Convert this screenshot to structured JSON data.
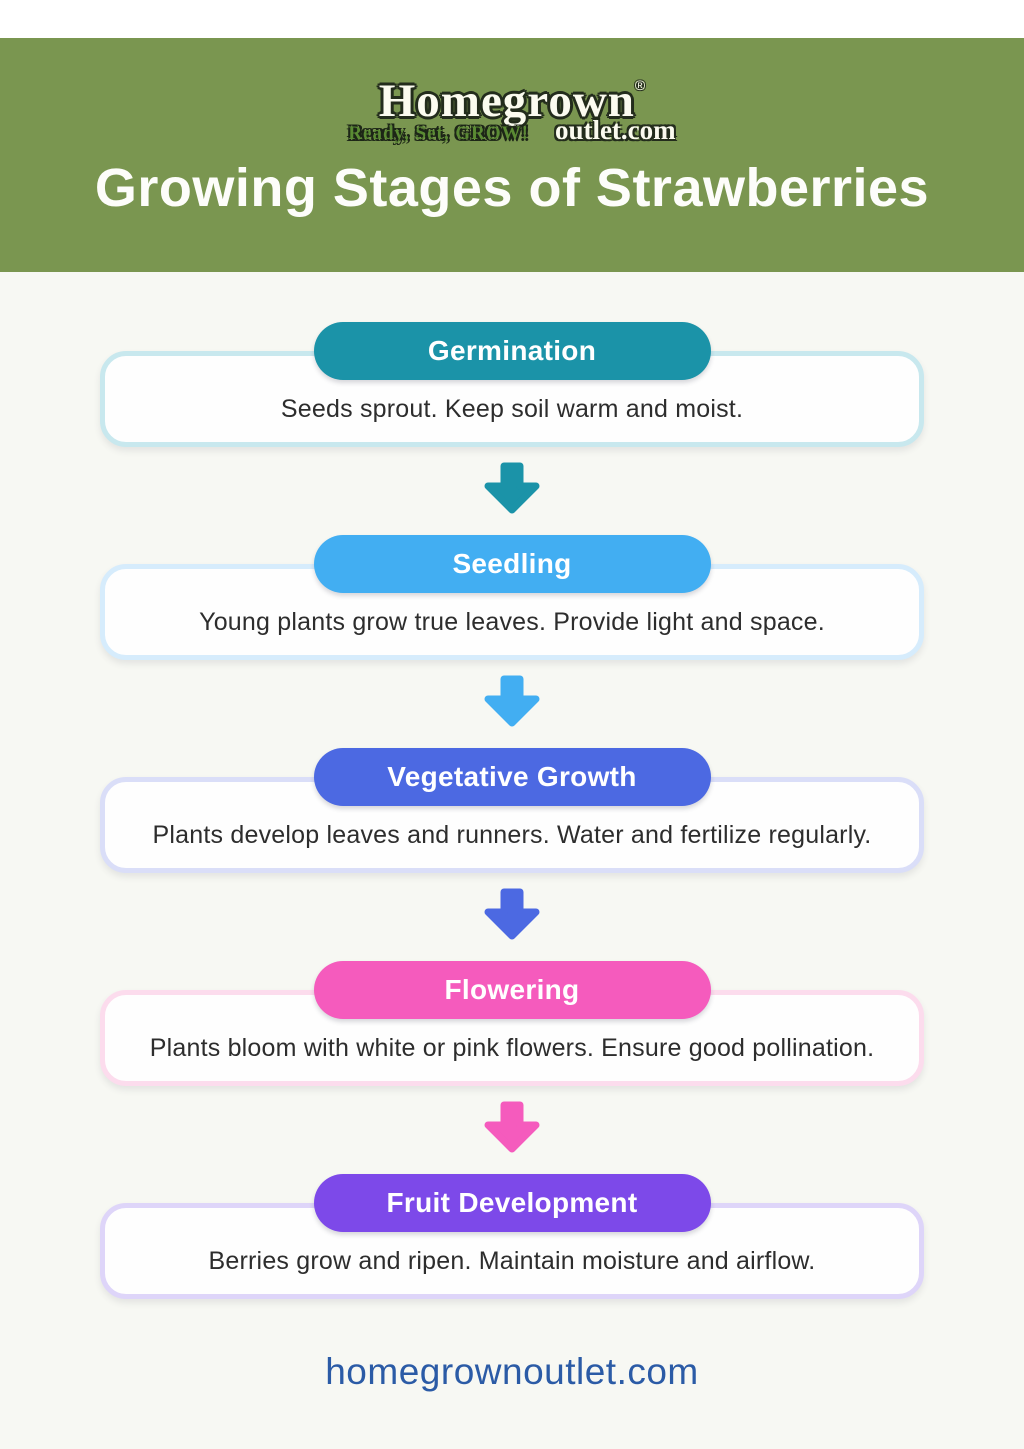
{
  "header": {
    "background": "#7a9650",
    "logo": {
      "brand": "Homegrown",
      "registered": "®",
      "tagline": "Ready, Set, GROW!",
      "domain": "outlet.com"
    },
    "title": "Growing Stages of Strawberries"
  },
  "stages": [
    {
      "label": "Germination",
      "description": "Seeds sprout. Keep soil warm and moist.",
      "pill_color": "#1b93a8",
      "border_color": "#c8e8ee"
    },
    {
      "label": "Seedling",
      "description": "Young plants grow true leaves. Provide light and space.",
      "pill_color": "#42aef2",
      "border_color": "#d6ecfc"
    },
    {
      "label": "Vegetative Growth",
      "description": "Plants develop leaves and runners. Water and fertilize regularly.",
      "pill_color": "#4c69e2",
      "border_color": "#dadef8"
    },
    {
      "label": "Flowering",
      "description": "Plants bloom with white or pink flowers. Ensure good pollination.",
      "pill_color": "#f55bbd",
      "border_color": "#fcdced"
    },
    {
      "label": "Fruit Development",
      "description": "Berries grow and ripen. Maintain moisture and airflow.",
      "pill_color": "#7d49e9",
      "border_color": "#ded5f9"
    }
  ],
  "arrows": [
    {
      "after_stage": 0,
      "color": "#1b93a8",
      "icon": "down-arrow-icon"
    },
    {
      "after_stage": 1,
      "color": "#42aef2",
      "icon": "down-arrow-icon"
    },
    {
      "after_stage": 2,
      "color": "#4c69e2",
      "icon": "down-arrow-icon"
    },
    {
      "after_stage": 3,
      "color": "#f55bbd",
      "icon": "down-arrow-icon"
    }
  ],
  "footer": {
    "website": "homegrownoutlet.com",
    "color": "#2b5ba6"
  }
}
